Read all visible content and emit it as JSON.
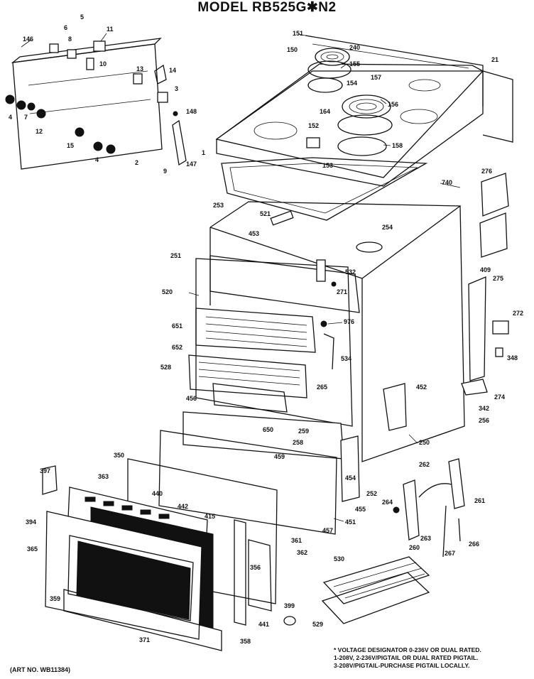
{
  "title": "MODEL RB525G✱N2",
  "art_number": "(ART NO. WB11384)",
  "voltage_note": [
    "* VOLTAGE DESIGNATOR 0-236V OR DUAL RATED.",
    "1-208V, 2-236V/PIGTAIL OR DUAL RATED PIGTAIL.",
    "3-208V/PIGTAIL-PURCHASE PIGTAIL LOCALLY."
  ],
  "callouts": {
    "c146": "146",
    "c6": "6",
    "c5": "5",
    "c8": "8",
    "c11": "11",
    "c10": "10",
    "c13": "13",
    "c14": "14",
    "c3": "3",
    "c148": "148",
    "c4a": "4",
    "c7": "7",
    "c12": "12",
    "c15": "15",
    "c4b": "4",
    "c2": "2",
    "c9": "9",
    "c147": "147",
    "c1": "1",
    "c151": "151",
    "c240": "240",
    "c150": "150",
    "c155": "155",
    "c157": "157",
    "c154": "154",
    "c156": "156",
    "c164": "164",
    "c152": "152",
    "c158": "158",
    "c153": "153",
    "c21": "21",
    "c276": "276",
    "c740": "740",
    "c253": "253",
    "c521": "521",
    "c453": "453",
    "c254": "254",
    "c409": "409",
    "c251": "251",
    "c532": "532",
    "c275": "275",
    "c520": "520",
    "c271": "271",
    "c272": "272",
    "c651": "651",
    "c976": "976",
    "c652": "652",
    "c534": "534",
    "c348": "348",
    "c528": "528",
    "c265": "265",
    "c452": "452",
    "c274": "274",
    "c456": "456",
    "c342": "342",
    "c256": "256",
    "c650": "650",
    "c259": "259",
    "c250": "250",
    "c258": "258",
    "c459": "459",
    "c262": "262",
    "c350": "350",
    "c454": "454",
    "c397": "397",
    "c363": "363",
    "c440": "440",
    "c252": "252",
    "c261": "261",
    "c264": "264",
    "c442": "442",
    "c455": "455",
    "c415": "415",
    "c394": "394",
    "c451": "451",
    "c457": "457",
    "c263": "263",
    "c266": "266",
    "c365": "365",
    "c361": "361",
    "c260": "260",
    "c362": "362",
    "c267": "267",
    "c356": "356",
    "c530": "530",
    "c399": "399",
    "c359": "359",
    "c441": "441",
    "c529": "529",
    "c371": "371",
    "c358": "358"
  }
}
